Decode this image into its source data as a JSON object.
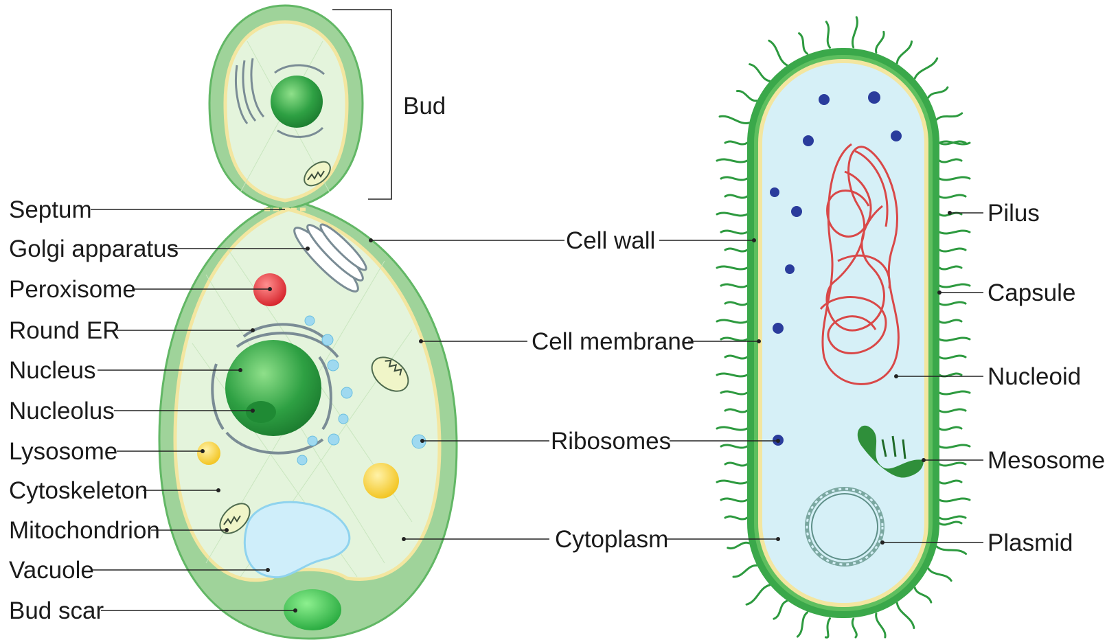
{
  "yeast": {
    "bud_label": "Bud",
    "labels": {
      "septum": "Septum",
      "golgi": "Golgi apparatus",
      "peroxisome": "Peroxisome",
      "round_er": "Round ER",
      "nucleus": "Nucleus",
      "nucleolus": "Nucleolus",
      "lysosome": "Lysosome",
      "cytoskeleton": "Cytoskeleton",
      "mitochondrion": "Mitochondrion",
      "vacuole": "Vacuole",
      "bud_scar": "Bud scar"
    }
  },
  "shared": {
    "cell_wall": "Cell wall",
    "cell_membrane": "Cell membrane",
    "ribosomes": "Ribosomes",
    "cytoplasm": "Cytoplasm"
  },
  "bacterium": {
    "labels": {
      "pilus": "Pilus",
      "capsule": "Capsule",
      "nucleoid": "Nucleoid",
      "mesosome": "Mesosome",
      "plasmid": "Plasmid"
    }
  },
  "colors": {
    "yeast_wall": "#9fd39a",
    "yeast_wall_edge": "#62b765",
    "yeast_cytoplasm": "#e4f4dc",
    "bacterium_capsule": "#3aa84a",
    "bacterium_cytoplasm": "#d6f0f7",
    "membrane": "#f3e6a0",
    "nucleus": "#2ea043",
    "peroxisome": "#e0262e",
    "lysosome": "#f6cf2a",
    "ribosome": "#2a3c9c",
    "nucleoid": "#d94848"
  }
}
